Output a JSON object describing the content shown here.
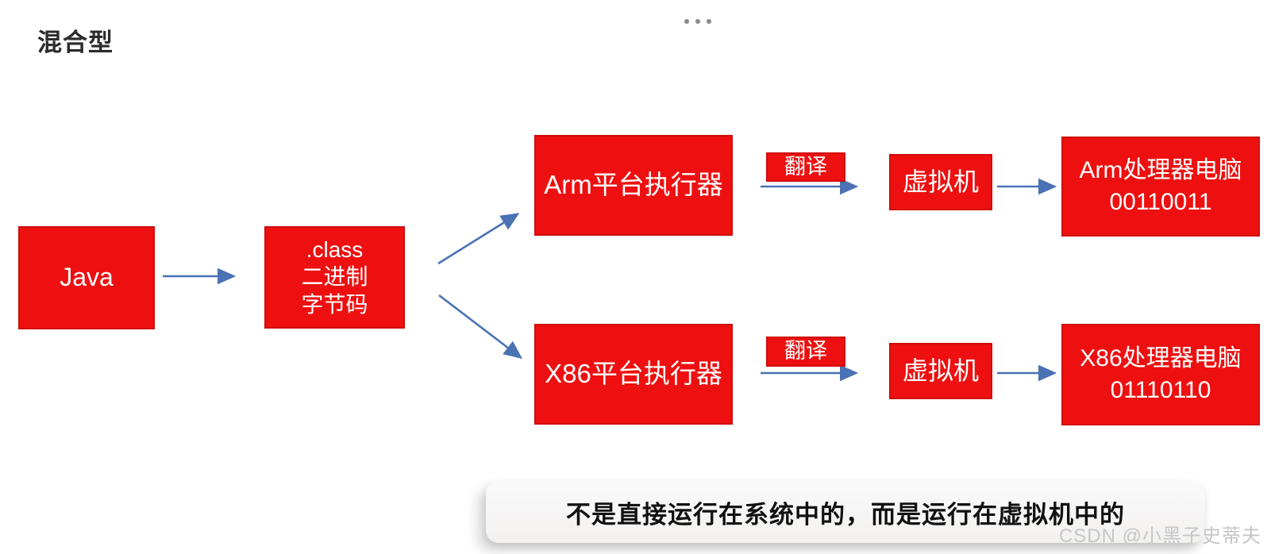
{
  "header": {
    "title": "混合型"
  },
  "diagram": {
    "java": {
      "label": "Java"
    },
    "class_file": {
      "line1": ".class",
      "line2": "二进制",
      "line3": "字节码"
    },
    "arm_row": {
      "executor": "Arm平台执行器",
      "translate": "翻译",
      "vm": "虚拟机",
      "computer_line1": "Arm处理器电脑",
      "computer_line2": "00110011"
    },
    "x86_row": {
      "executor": "X86平台执行器",
      "translate": "翻译",
      "vm": "虚拟机",
      "computer_line1": "X86处理器电脑",
      "computer_line2": "01110110"
    }
  },
  "footer": {
    "caption": "不是直接运行在系统中的，而是运行在虚拟机中的",
    "watermark": "CSDN @小黑子史蒂夫"
  },
  "colors": {
    "node_fill": "#ee1010",
    "node_border": "#d00c0c",
    "arrow_blue": "#4a72b4",
    "title_text": "#2b2b2b",
    "caption_text": "#111111",
    "watermark_text": "#c6c6c6"
  }
}
